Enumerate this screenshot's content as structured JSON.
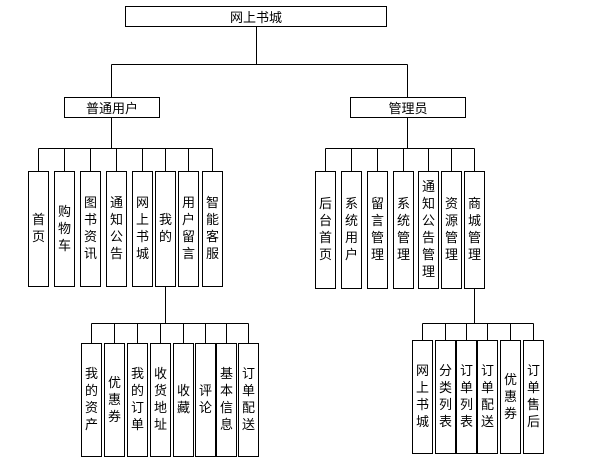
{
  "root": {
    "label": "网上书城"
  },
  "user": {
    "label": "普通用户",
    "modules": [
      "首页",
      "购物车",
      "图书资讯",
      "通知公告",
      "网上书城",
      "我的",
      "用户留言",
      "智能客服"
    ],
    "my": [
      "我的资产",
      "优惠券",
      "我的订单",
      "收货地址",
      "收藏",
      "评论",
      "基本信息",
      "订单配送"
    ]
  },
  "admin": {
    "label": "管理员",
    "modules": [
      "后台首页",
      "系统用户",
      "留言管理",
      "系统管理",
      "通知公告管理",
      "资源管理",
      "商城管理"
    ],
    "mall": [
      "网上书城",
      "分类列表",
      "订单列表",
      "订单配送",
      "优惠券",
      "订单售后"
    ]
  },
  "colors": {
    "line": "#000000",
    "box_border": "#000000",
    "background": "#ffffff"
  }
}
